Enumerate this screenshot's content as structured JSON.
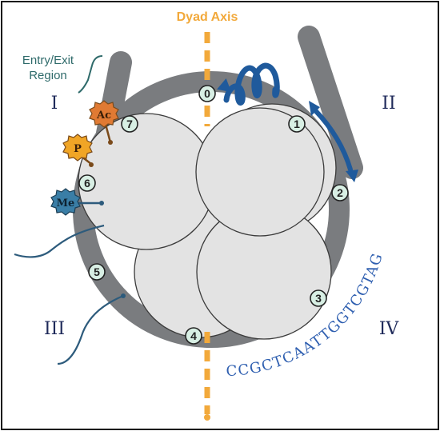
{
  "dyad_axis_label": "Dyad Axis",
  "entry_exit_label_line1": "Entry/Exit",
  "entry_exit_label_line2": "Region",
  "quadrants": {
    "q1": "I",
    "q2": "II",
    "q3": "III",
    "q4": "IV"
  },
  "positions": [
    "0",
    "1",
    "2",
    "3",
    "4",
    "5",
    "6",
    "7"
  ],
  "modifications": {
    "acetyl": "Ac",
    "phospho": "P",
    "methyl": "Me"
  },
  "dna_sequence": "CCGCTCAATTGGTCGTAG",
  "colors": {
    "dna": "#7a7c7f",
    "histone_fill": "#e3e3e3",
    "axis": "#f2a93b",
    "arrow": "#1f5a9c",
    "acetyl": "#e07a33",
    "phospho": "#f0a526",
    "methyl": "#3a7ea6",
    "tail": "#2d5b7c",
    "label_teal": "#2e6a6a",
    "quadrant": "#1f2a5a",
    "sequence": "#2f5fb0"
  }
}
